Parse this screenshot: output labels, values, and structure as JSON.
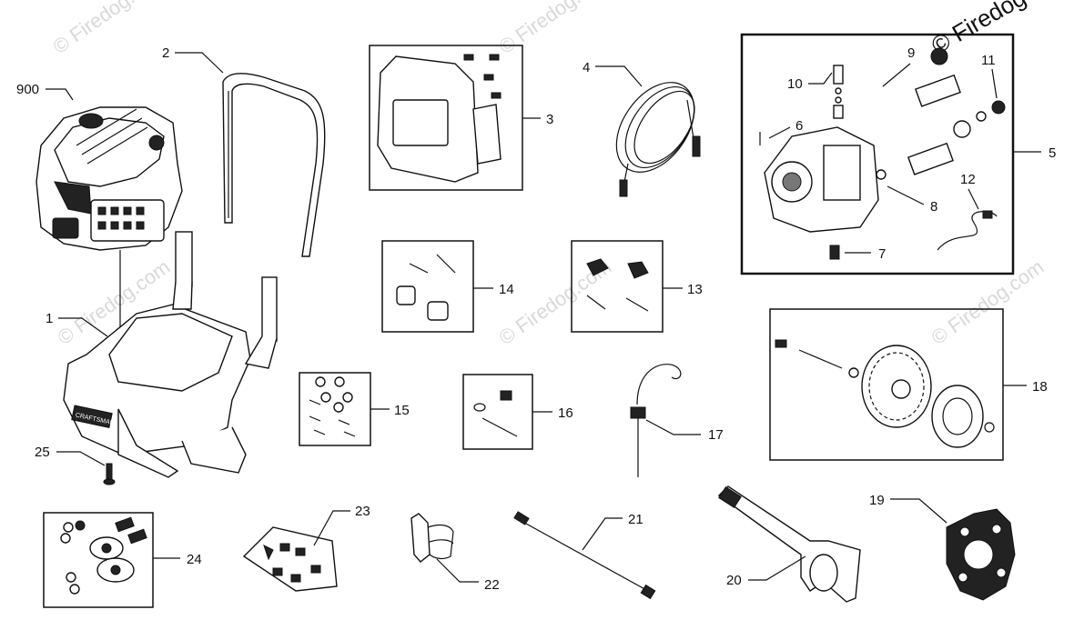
{
  "watermark": "© Firedog.com",
  "corner_watermark": "© Firedog",
  "callouts": {
    "c900": "900",
    "c1": "1",
    "c2": "2",
    "c3": "3",
    "c4": "4",
    "c5": "5",
    "c6": "6",
    "c7": "7",
    "c8": "8",
    "c9": "9",
    "c10": "10",
    "c11": "11",
    "c12": "12",
    "c13": "13",
    "c14": "14",
    "c15": "15",
    "c16": "16",
    "c17": "17",
    "c18": "18",
    "c19": "19",
    "c20": "20",
    "c21": "21",
    "c22": "22",
    "c23": "23",
    "c24": "24",
    "c25": "25"
  },
  "frame_badge": "CRAFTSMAN"
}
